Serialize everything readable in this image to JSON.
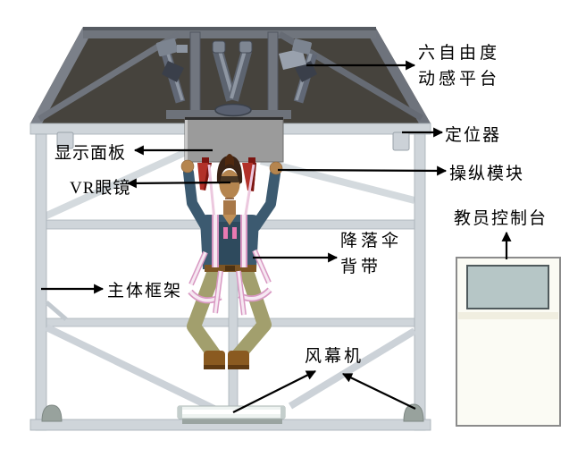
{
  "diagram": {
    "labels": {
      "motion_platform_line1": "六自由度",
      "motion_platform_line2": "动感平台",
      "positioner": "定位器",
      "display_panel": "显示面板",
      "vr_glasses": "VR眼镜",
      "control_module": "操纵模块",
      "instructor_console": "教员控制台",
      "parachute_harness_line1": "降落伞",
      "parachute_harness_line2": "背带",
      "main_frame": "主体框架",
      "air_curtain": "风幕机"
    },
    "colors": {
      "platform_dark": "#46433d",
      "platform_beam": "#70757d",
      "platform_beam_dark": "#565b62",
      "frame_gray": "#cfd5da",
      "frame_edge": "#a4adb4",
      "actuator_steel": "#5d6470",
      "actuator_highlight": "#8e96a2",
      "toggle_red": "#b23129",
      "toggle_red_dark": "#7c1511",
      "suit_blue": "#3c5a70",
      "vest_navy": "#2e4a5d",
      "pants_khaki": "#a29f6d",
      "skin_tan": "#b5854f",
      "boot_brown": "#8a5a20",
      "harness_pink": "#d898c2",
      "harness_light": "#f6e8f2",
      "console_body": "#fbfbf4",
      "console_screen": "#b6c6c6",
      "air_curtain_gray": "#98a29d",
      "arrow_black": "#000000"
    }
  }
}
